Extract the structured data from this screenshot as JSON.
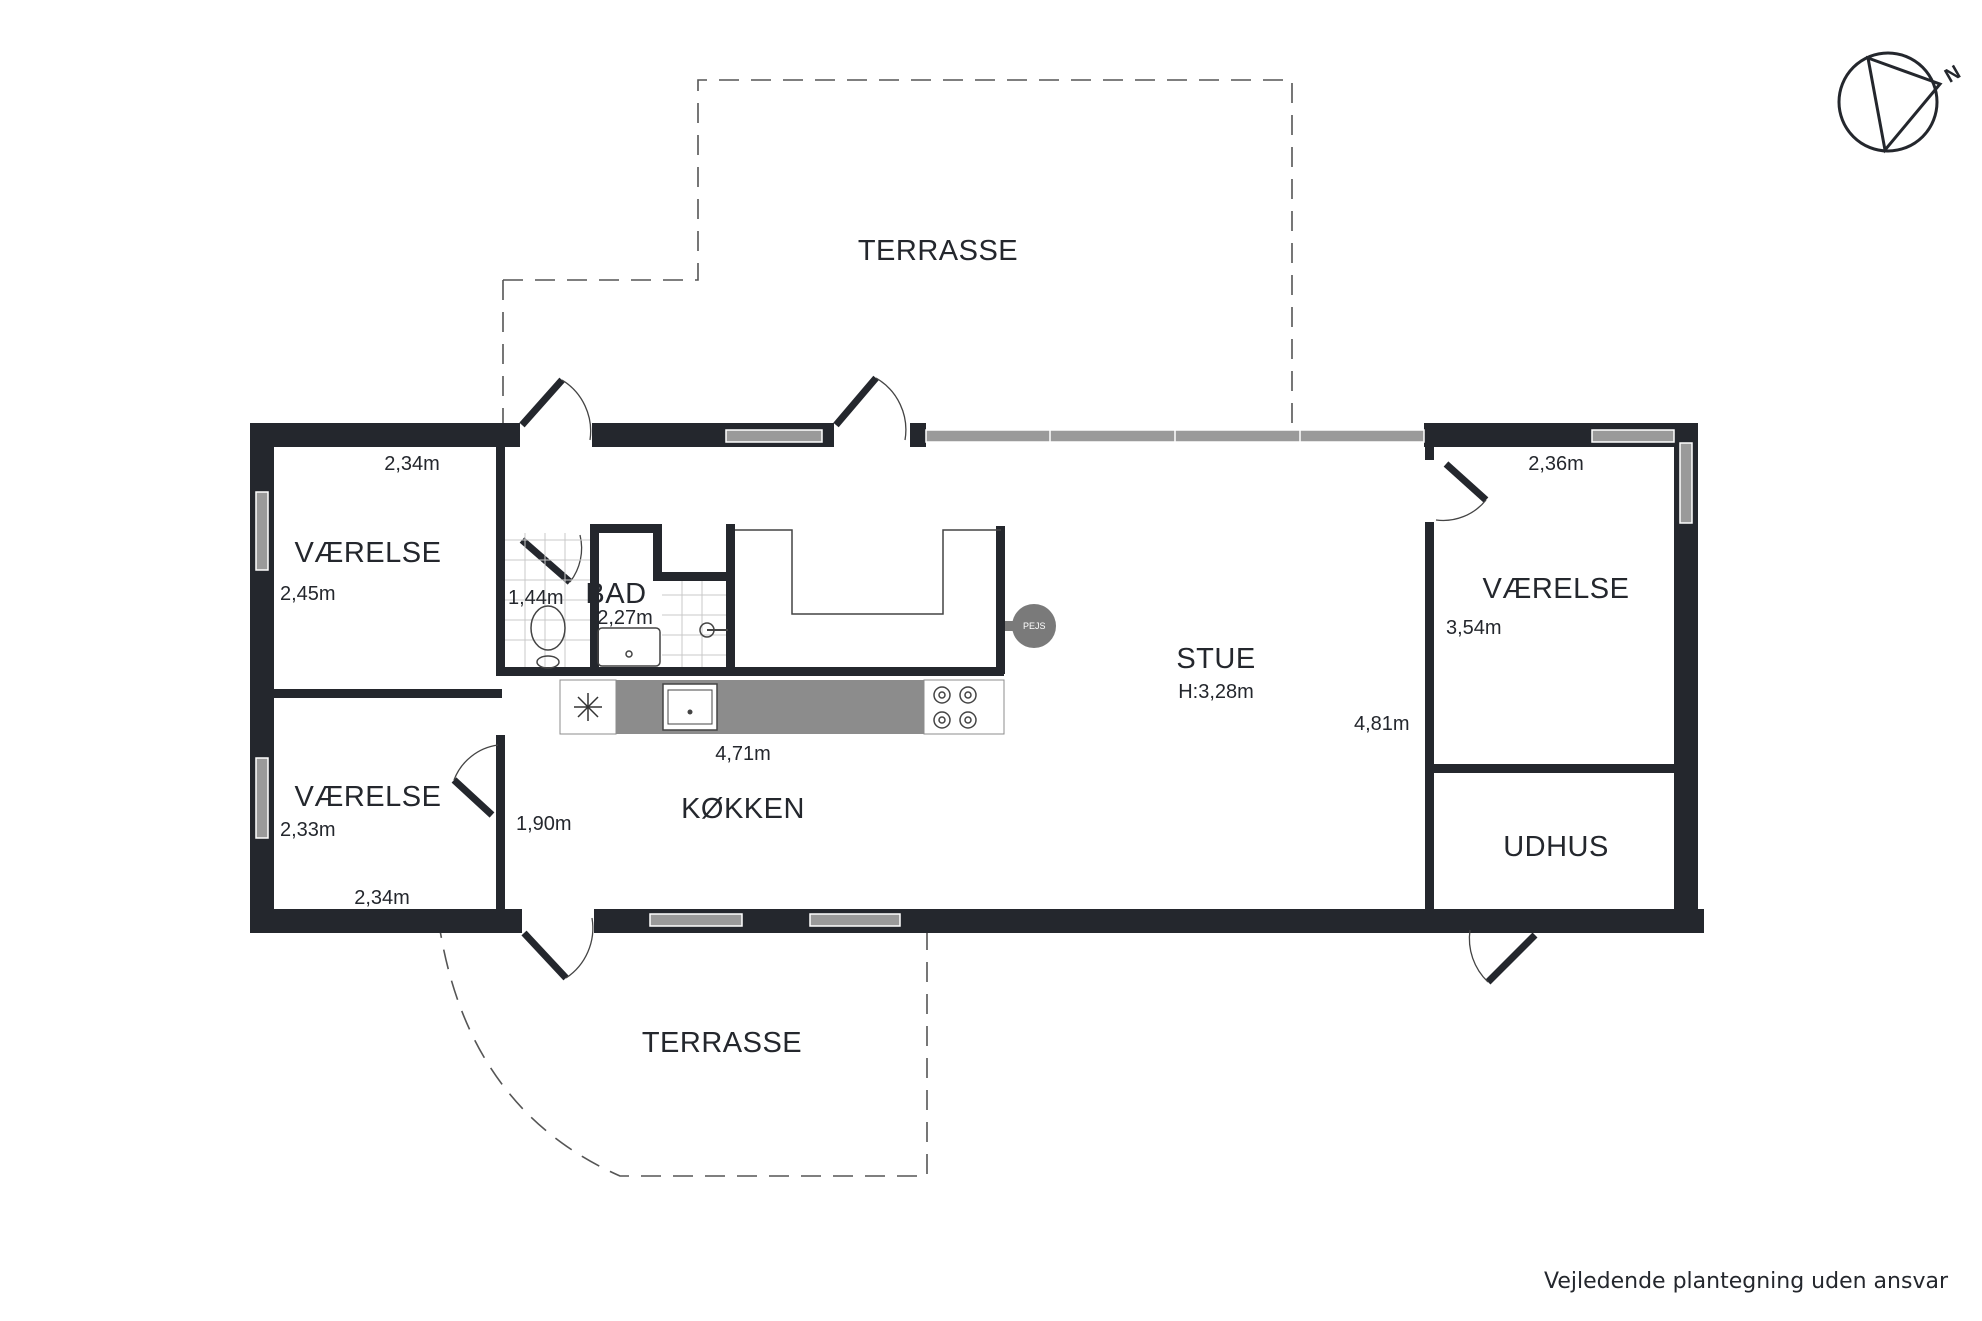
{
  "rooms": {
    "vaerelse_nw": {
      "label": "VÆRELSE",
      "width": "2,34m",
      "depth": "2,45m"
    },
    "bad": {
      "label": "BAD",
      "width": "1,44m",
      "depth": "2,27m"
    },
    "vaerelse_sw": {
      "label": "VÆRELSE",
      "depth": "2,33m",
      "width": "2,34m"
    },
    "koekken": {
      "label": "KØKKEN",
      "length": "4,71m",
      "depth": "1,90m"
    },
    "stue": {
      "label": "STUE",
      "height": "H:3,28m",
      "depth": "4,81m"
    },
    "vaerelse_e": {
      "label": "VÆRELSE",
      "width": "2,36m",
      "depth": "3,54m"
    },
    "udhus": {
      "label": "UDHUS"
    }
  },
  "terraces": {
    "north": "TERRASSE",
    "south": "TERRASSE"
  },
  "fixtures": {
    "fireplace": "PEJS"
  },
  "compass": {
    "letter": "N",
    "icon": "compass-icon"
  },
  "footer": {
    "disclaimer": "Vejledende plantegning uden ansvar"
  },
  "colors": {
    "wall": "#24272d",
    "window": "#9a9a9a",
    "counter": "#8c8c8c"
  }
}
